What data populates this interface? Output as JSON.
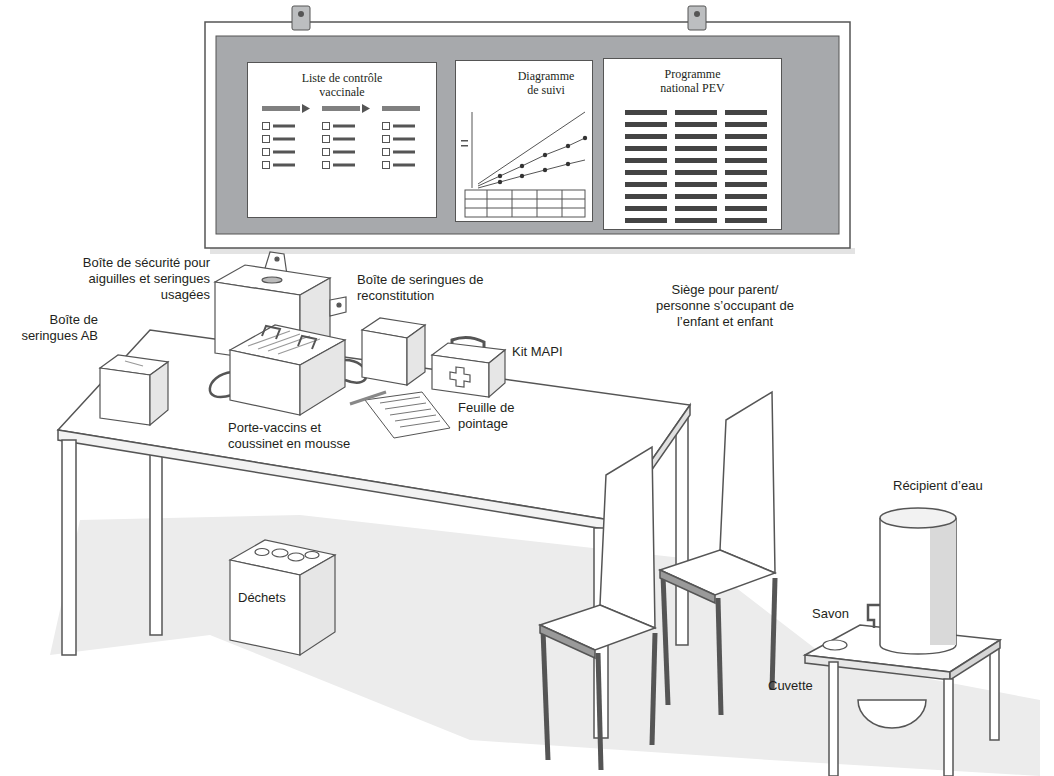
{
  "diagram": {
    "nodes": [
      {
        "text": [
          "Liste de contrôle vaccinale"
        ]
      },
      {
        "text": [
          "Diagramme de suivi"
        ]
      },
      {
        "text": [
          "Programme national PEV"
        ]
      }
    ],
    "labels": [
      "Boîte de sécurité pour aiguilles et seringues usagées",
      "Boîte de seringues AB",
      "Boîte de seringues de reconstitution",
      "Kit MAPI",
      "Feuille de pointage",
      "Porte-vaccins et coussinet en mousse",
      "Déchets",
      "Siège pour parent/ personne s’occupant de l’enfant et enfant",
      "Récipient d’eau",
      "Savon",
      "Cuvette"
    ]
  }
}
